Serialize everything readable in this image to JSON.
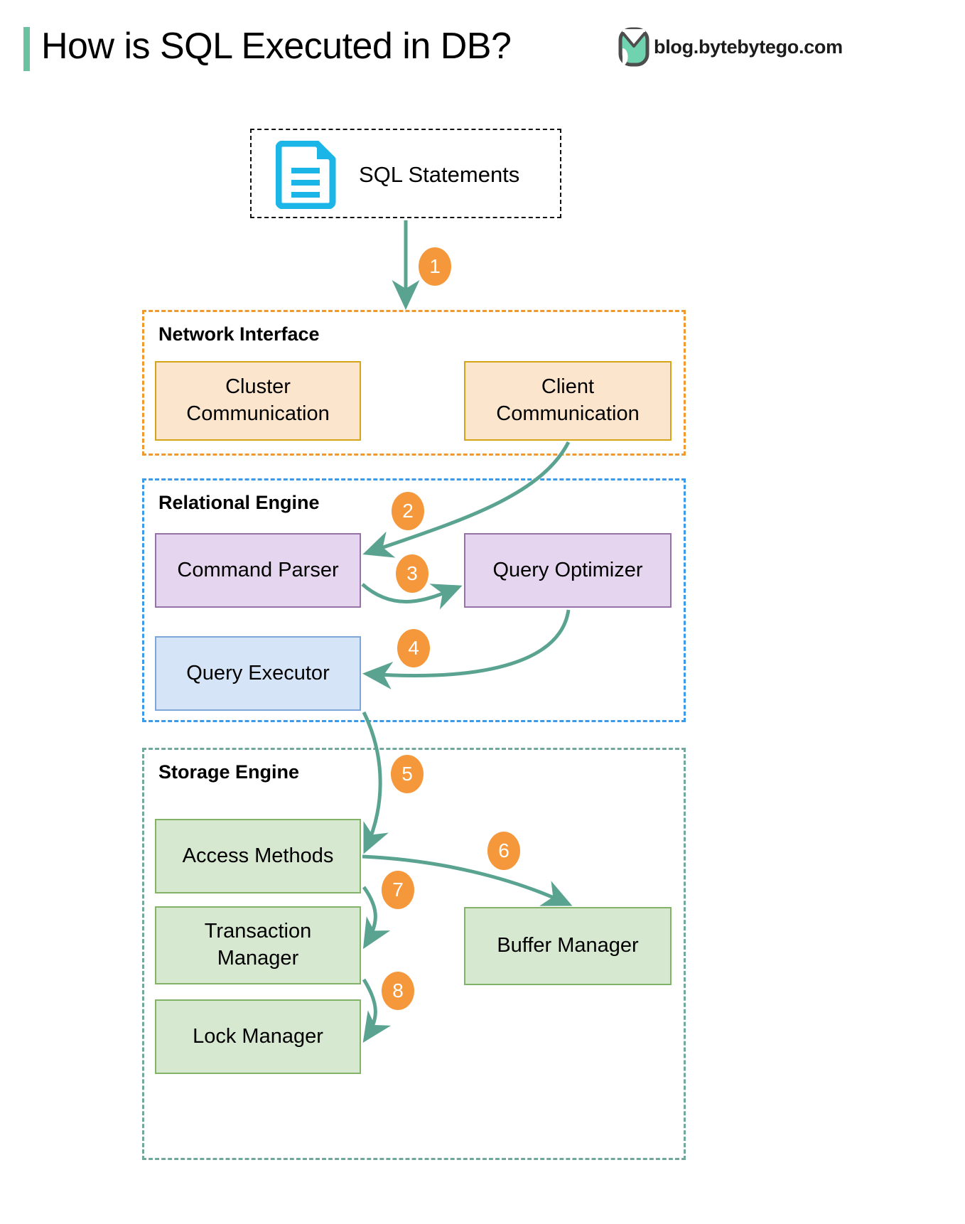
{
  "header": {
    "title": "How is SQL Executed in DB?",
    "accent_color": "#6bc2a0",
    "brand_text": "blog.bytebytego.com",
    "brand_logo_icon": "bytebytego-logo-icon"
  },
  "source": {
    "icon": "document-lines-icon",
    "icon_color": "#1cb5e8",
    "label": "SQL Statements"
  },
  "groups": [
    {
      "key": "network",
      "label": "Network Interface",
      "border_color": "#f0992e"
    },
    {
      "key": "relational",
      "label": "Relational Engine",
      "border_color": "#3d9ae8"
    },
    {
      "key": "storage",
      "label": "Storage Engine",
      "border_color": "#71a89b"
    }
  ],
  "nodes": {
    "cluster_communication": "Cluster\nCommunication",
    "client_communication": "Client\nCommunication",
    "command_parser": "Command Parser",
    "query_optimizer": "Query Optimizer",
    "query_executor": "Query Executor",
    "access_methods": "Access Methods",
    "transaction_manager": "Transaction\nManager",
    "lock_manager": "Lock Manager",
    "buffer_manager": "Buffer Manager"
  },
  "steps": [
    {
      "n": "1",
      "from": "SQL Statements",
      "to": "Network Interface"
    },
    {
      "n": "2",
      "from": "Client Communication",
      "to": "Command Parser"
    },
    {
      "n": "3",
      "from": "Command Parser",
      "to": "Query Optimizer"
    },
    {
      "n": "4",
      "from": "Query Optimizer",
      "to": "Query Executor"
    },
    {
      "n": "5",
      "from": "Query Executor",
      "to": "Access Methods"
    },
    {
      "n": "6",
      "from": "Access Methods",
      "to": "Buffer Manager"
    },
    {
      "n": "7",
      "from": "Access Methods",
      "to": "Transaction Manager"
    },
    {
      "n": "8",
      "from": "Transaction Manager",
      "to": "Lock Manager"
    }
  ],
  "palette": {
    "badge": "#f5983b",
    "arrow": "#5aa391",
    "orange_fill": "#fce5cd",
    "orange_stroke": "#d6a419",
    "purple_fill": "#e6d5ee",
    "purple_stroke": "#9673a6",
    "blue_fill": "#d6e4f7",
    "blue_stroke": "#7ea6d9",
    "green_fill": "#d6e8d0",
    "green_stroke": "#82b366"
  }
}
